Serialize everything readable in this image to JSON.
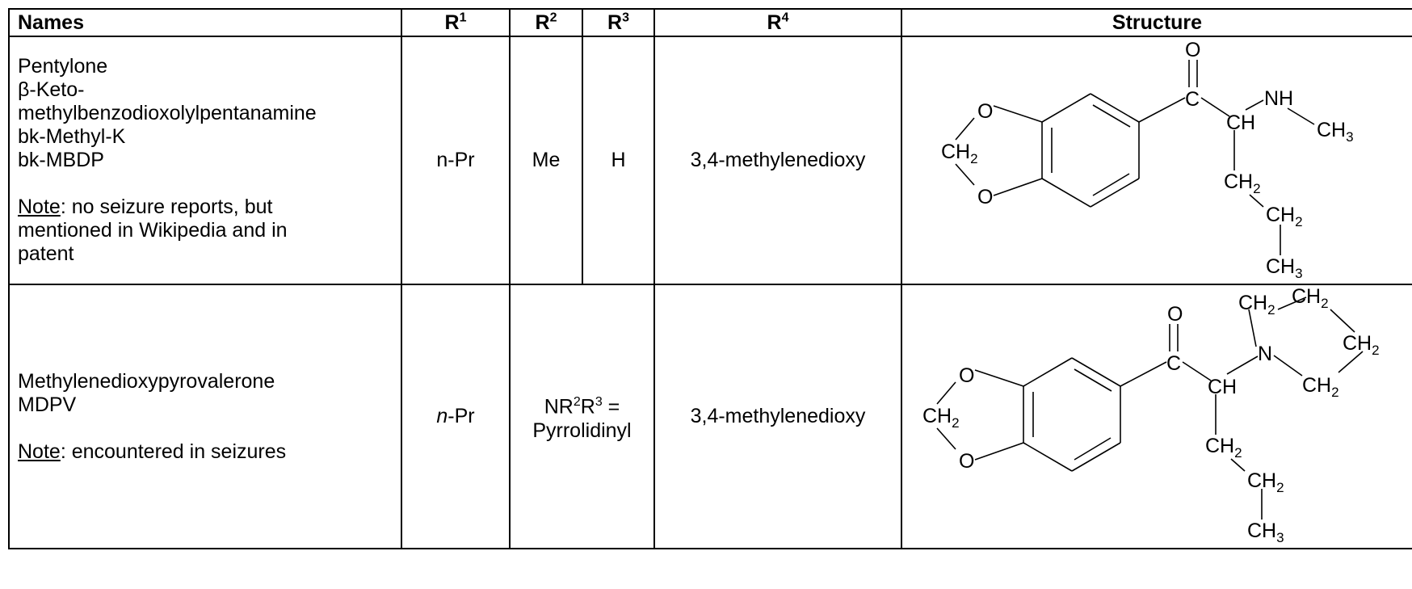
{
  "headers": {
    "names": "Names",
    "r1": "R",
    "r1_sup": "1",
    "r2": "R",
    "r2_sup": "2",
    "r3": "R",
    "r3_sup": "3",
    "r4": "R",
    "r4_sup": "4",
    "structure": "Structure"
  },
  "rows": [
    {
      "names": [
        "Pentylone",
        "β-Keto-",
        "methylbenzodioxolylpentanamine",
        "bk-Methyl-K",
        "bk-MBDP"
      ],
      "note_label": "Note",
      "note_text": ": no seizure reports, but",
      "note_lines": [
        "mentioned in Wikipedia and in",
        "patent"
      ],
      "r1": "n-Pr",
      "r2": "Me",
      "r3": "H",
      "r4": "3,4-methylenedioxy",
      "structure_labels": {
        "o_top": "O",
        "c": "C",
        "nh": "NH",
        "ch": "CH",
        "ch3_right": "CH",
        "ch3_right_sub": "3",
        "o_ring1": "O",
        "ch2_ring": "CH",
        "ch2_ring_sub": "2",
        "o_ring2": "O",
        "ch2_a": "CH",
        "ch2_a_sub": "2",
        "ch2_b": "CH",
        "ch2_b_sub": "2",
        "ch3_end": "CH",
        "ch3_end_sub": "3"
      }
    },
    {
      "names": [
        "Methylenedioxypyrovalerone",
        "MDPV"
      ],
      "note_label": "Note",
      "note_text": ": encountered in seizures",
      "r1_italic": "n",
      "r1_rest": "-Pr",
      "r23_line1_a": "NR",
      "r23_line1_sup1": "2",
      "r23_line1_b": "R",
      "r23_line1_sup2": "3",
      "r23_line1_c": " =",
      "r23_line2": "Pyrrolidinyl",
      "r4": "3,4-methylenedioxy",
      "structure_labels": {
        "o_top": "O",
        "c": "C",
        "n": "N",
        "ch": "CH",
        "ch2_p1": "CH",
        "ch2_p1_sub": "2",
        "ch2_p2": "CH",
        "ch2_p2_sub": "2",
        "ch2_p3": "CH",
        "ch2_p3_sub": "2",
        "ch2_p4": "CH",
        "ch2_p4_sub": "2",
        "o_ring1": "O",
        "ch2_ring": "CH",
        "ch2_ring_sub": "2",
        "o_ring2": "O",
        "ch2_a": "CH",
        "ch2_a_sub": "2",
        "ch2_b": "CH",
        "ch2_b_sub": "2",
        "ch3_end": "CH",
        "ch3_end_sub": "3"
      }
    }
  ]
}
